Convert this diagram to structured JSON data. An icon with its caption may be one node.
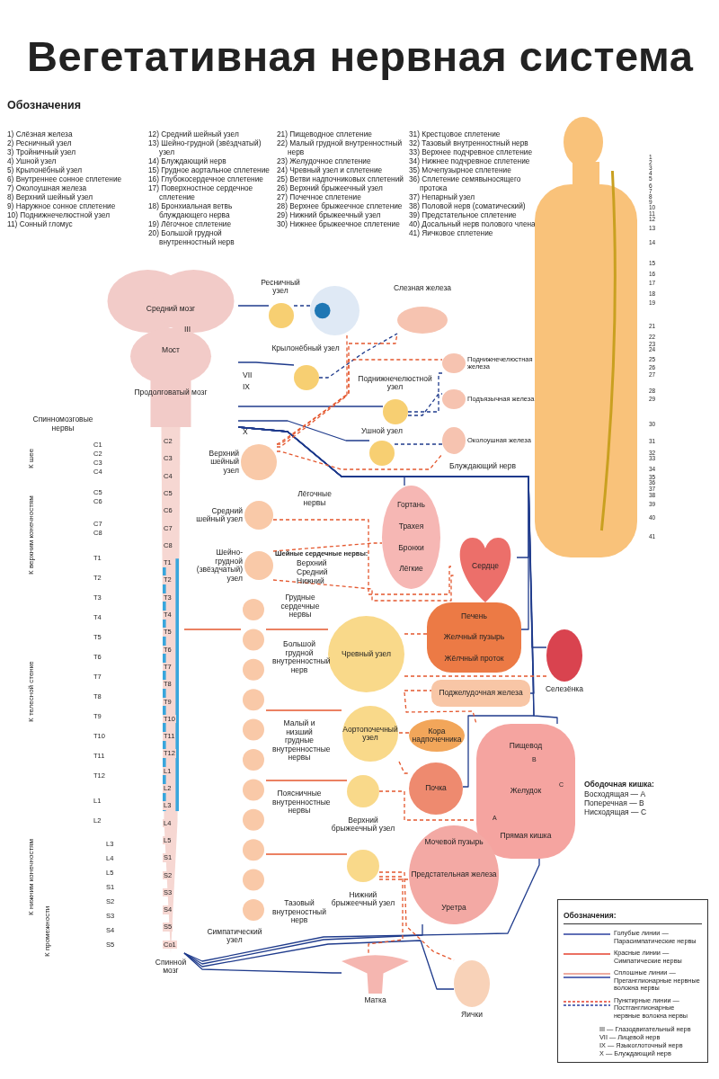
{
  "diagram": {
    "title": "Вегетативная нервная система",
    "nodes": [
      {
        "text": [
          "Средний мозг",
          "Мост",
          "Продолговатый мозг"
        ]
      },
      {
        "text": [
          "Спинной мозг"
        ]
      },
      {
        "text": [
          "Ресничный узел"
        ]
      },
      {
        "text": [],
        "shape": "picture"
      },
      {
        "text": [
          "Крылонёбный узел"
        ]
      },
      {
        "text": [
          "Слезная железа"
        ]
      },
      {
        "text": [
          "Поднижнечелюстной узел"
        ]
      },
      {
        "text": [
          "Поднижнечелюстная железа"
        ]
      },
      {
        "text": [
          "Подъязычная железа"
        ]
      },
      {
        "text": [
          "Ушной узел"
        ]
      },
      {
        "text": [
          "Околоушная железа"
        ]
      },
      {
        "text": [
          "Верхний шейный узел"
        ]
      },
      {
        "text": [
          "Средний шейный узел"
        ]
      },
      {
        "text": [
          "Шейно-грудной (звёздчатый) узел"
        ]
      },
      {
        "text": [
          "Гортань",
          "Трахея",
          "Бронхи",
          "Лёгкие"
        ]
      },
      {
        "text": [
          "Сердце"
        ]
      },
      {
        "text": [
          "Чревный узел"
        ]
      },
      {
        "text": [
          "Печень",
          "Желчный пузырь",
          "Жёлчный проток"
        ]
      },
      {
        "text": [
          "Селезёнка"
        ]
      },
      {
        "text": [
          "Поджелудочная железа"
        ]
      },
      {
        "text": [
          "Аортопочечный узел"
        ]
      },
      {
        "text": [
          "Кора надпочечника"
        ]
      },
      {
        "text": [
          "Почка"
        ]
      },
      {
        "text": [
          "Верхний брыжеечный узел"
        ]
      },
      {
        "text": [
          "Пищевод",
          "Желудок",
          "Прямая кишка"
        ]
      },
      {
        "text": [
          "Нижний брыжеечный узел"
        ]
      },
      {
        "text": [
          "Мочевой пузырь",
          "Предстательная железа",
          "Уретра"
        ]
      },
      {
        "text": [
          "Матка"
        ]
      },
      {
        "text": [
          "Яички"
        ]
      },
      {
        "text": [
          "Симпатический узел"
        ]
      },
      {
        "text": [],
        "shape": "picture"
      }
    ],
    "edges": [
      {
        "from": 0,
        "to": 2,
        "arrow": "none",
        "color": "#1f3b8c"
      },
      {
        "from": 0,
        "to": 4,
        "arrow": "none",
        "color": "#1f3b8c"
      },
      {
        "from": 0,
        "to": 6,
        "arrow": "none",
        "color": "#1f3b8c"
      },
      {
        "from": 0,
        "to": 9,
        "arrow": "none",
        "color": "#1f3b8c"
      },
      {
        "from": 0,
        "to": 14,
        "arrow": "none",
        "color": "#1f3b8c"
      },
      {
        "from": 0,
        "to": 15,
        "arrow": "none",
        "color": "#1f3b8c"
      },
      {
        "from": 0,
        "to": 17,
        "arrow": "none",
        "color": "#1f3b8c"
      },
      {
        "from": 0,
        "to": 18,
        "arrow": "none",
        "color": "#1f3b8c"
      },
      {
        "from": 0,
        "to": 19,
        "arrow": "none",
        "color": "#1f3b8c"
      },
      {
        "from": 0,
        "to": 22,
        "arrow": "none",
        "color": "#1f3b8c"
      },
      {
        "from": 0,
        "to": 24,
        "arrow": "none",
        "color": "#1f3b8c"
      },
      {
        "from": 2,
        "to": 3,
        "arrow": "none",
        "style": "dashed",
        "color": "#1f3b8c"
      },
      {
        "from": 4,
        "to": 5,
        "arrow": "none",
        "style": "dashed",
        "color": "#1f3b8c"
      },
      {
        "from": 6,
        "to": 7,
        "arrow": "none",
        "style": "dashed",
        "color": "#1f3b8c"
      },
      {
        "from": 6,
        "to": 8,
        "arrow": "none",
        "style": "dashed",
        "color": "#1f3b8c"
      },
      {
        "from": 9,
        "to": 10,
        "arrow": "none",
        "style": "dashed",
        "color": "#1f3b8c"
      },
      {
        "from": 1,
        "to": 26,
        "arrow": "none",
        "color": "#1f3b8c"
      },
      {
        "from": 1,
        "to": 27,
        "arrow": "none",
        "color": "#1f3b8c"
      },
      {
        "from": 1,
        "to": 28,
        "arrow": "none",
        "color": "#1f3b8c"
      },
      {
        "from": 1,
        "to": 24,
        "arrow": "none",
        "color": "#1f3b8c"
      },
      {
        "from": 1,
        "to": 29,
        "arrow": "none"
      },
      {
        "from": 29,
        "to": 16,
        "arrow": "none"
      },
      {
        "from": 29,
        "to": 20,
        "arrow": "none"
      },
      {
        "from": 29,
        "to": 23,
        "arrow": "none"
      },
      {
        "from": 29,
        "to": 25,
        "arrow": "none"
      },
      {
        "from": 11,
        "to": 3,
        "arrow": "none",
        "style": "dashed"
      },
      {
        "from": 11,
        "to": 5,
        "arrow": "none",
        "style": "dashed"
      },
      {
        "from": 11,
        "to": 10,
        "arrow": "none",
        "style": "dashed"
      },
      {
        "from": 11,
        "to": 7,
        "arrow": "none",
        "style": "dashed"
      },
      {
        "from": 12,
        "to": 15,
        "arrow": "none",
        "style": "dashed"
      },
      {
        "from": 13,
        "to": 15,
        "arrow": "none",
        "style": "dashed"
      },
      {
        "from": 13,
        "to": 14,
        "arrow": "none",
        "style": "dashed"
      },
      {
        "from": 16,
        "to": 17,
        "arrow": "none",
        "style": "dashed"
      },
      {
        "from": 16,
        "to": 18,
        "arrow": "none",
        "style": "dashed"
      },
      {
        "from": 16,
        "to": 19,
        "arrow": "none",
        "style": "dashed"
      },
      {
        "from": 16,
        "to": 24,
        "arrow": "none",
        "style": "dashed"
      },
      {
        "from": 20,
        "to": 22,
        "arrow": "none",
        "style": "dashed"
      },
      {
        "from": 20,
        "to": 21,
        "arrow": "none",
        "style": "dashed"
      },
      {
        "from": 23,
        "to": 24,
        "arrow": "none",
        "style": "dashed"
      },
      {
        "from": 25,
        "to": 26,
        "arrow": "none",
        "style": "dashed"
      },
      {
        "from": 25,
        "to": 27,
        "arrow": "none",
        "style": "dashed"
      },
      {
        "from": 25,
        "to": 28,
        "arrow": "none",
        "style": "dashed"
      }
    ],
    "labels": [
      "Обозначения",
      "1) Слёзная железа",
      "2) Ресничный узел",
      "3) Тройничный узел",
      "4) Ушной узел",
      "5) Крылонёбный узел",
      "6) Внутреннее сонное сплетение",
      "7) Околоушная железа",
      "8) Верхний шейный узел",
      "9) Наружное сонное сплетение",
      "10) Поднижнечелюстной узел",
      "11) Сонный гломус",
      "12) Средний шейный узел",
      "13) Шейно-грудной (звёздчатый) узел",
      "14) Блуждающий нерв",
      "15) Грудное аортальное сплетение",
      "16) Глубокосердечное сплетение",
      "17) Поверхностное сердечное сплетение",
      "18) Бронхиальная ветвь блуждающего нерва",
      "19) Лёгочное сплетение",
      "20) Большой грудной внутренностный нерв",
      "21) Пищеводное сплетение",
      "22) Малый грудной внутренностный нерв",
      "23) Желудочное сплетение",
      "24) Чревный узел и сплетение",
      "25) Ветви надпочниковых сплетений",
      "26) Верхний брыжеечный узел",
      "27) Почечное сплетение",
      "28) Верхнее брыжеечное сплетение",
      "29) Нижний брыжеечный узел",
      "30) Нижнее брыжеечное сплетение",
      "31) Крестцовое сплетение",
      "32) Тазовый внутренностный нерв",
      "33) Верхнее подчревное сплетение",
      "34) Нижнее подчревное сплетение",
      "35) Мочепузырное сплетение",
      "36) Сплетение семявыносящего протока",
      "37) Непарный узел",
      "38) Половой нерв (соматический)",
      "39) Предстательное сплетение",
      "40) Досальный нерв полового члена",
      "41) Яичковое сплетение",
      "1",
      "2",
      "3",
      "4",
      "5",
      "6",
      "7",
      "8",
      "9",
      "10",
      "11",
      "12",
      "13",
      "14",
      "15",
      "16",
      "17",
      "18",
      "19",
      "21",
      "22",
      "23",
      "24",
      "25",
      "26",
      "27",
      "28",
      "29",
      "30",
      "31",
      "32",
      "33",
      "34",
      "35",
      "36",
      "37",
      "38",
      "39",
      "40",
      "41",
      "III",
      "VII",
      "IX",
      "X",
      "Спинномозговые нервы",
      "C1",
      "C2",
      "C3",
      "C4",
      "C5",
      "C6",
      "C7",
      "C8",
      "T1",
      "T2",
      "T3",
      "T4",
      "T5",
      "T6",
      "T7",
      "T8",
      "T9",
      "T10",
      "T11",
      "T12",
      "L1",
      "L2",
      "L3",
      "L4",
      "L5",
      "S1",
      "S2",
      "S3",
      "S4",
      "S5",
      "К шее",
      "К верхним конечностям",
      "К телесной стенке",
      "К нижним конечностям",
      "К промежности",
      "C2",
      "C3",
      "C4",
      "C5",
      "C6",
      "C7",
      "C8",
      "T1",
      "T2",
      "T3",
      "T4",
      "T5",
      "T6",
      "T7",
      "T8",
      "T9",
      "T10",
      "T11",
      "T12",
      "L1",
      "L2",
      "L3",
      "L4",
      "L5",
      "S1",
      "S2",
      "S3",
      "S4",
      "S5",
      "Co1",
      "Блуждающий нерв",
      "Лёгочные нервы",
      "Шейные сердечные нервы:",
      "Верхний",
      "Средний",
      "Нижний",
      "Грудные сердечные нервы",
      "Большой грудной внутренностный нерв",
      "Малый и низший грудные внутренностные нервы",
      "Поясничные внутренностные нервы",
      "Тазовый внутреностный нерв",
      "Ободочная кишка:",
      "Восходящая — A",
      "Поперечная — B",
      "Нисходящая — C",
      "A",
      "B",
      "C",
      "Обозначения:",
      "III — Глазодвигательный нерв",
      "VII — Лицевой нерв",
      "IX — Языкоглоточный нерв",
      "X — Блуждающий нерв"
    ],
    "legend": [
      {
        "text": "Голубые линии — Парасимпатические нервы"
      },
      {
        "text": "Красные линии — Симпатические нервы"
      },
      {
        "text": "Сплошные линии — Преганглионарные нервные волокна нервы"
      },
      {
        "text": "Пунктирные линии — Постганглионарные нервные волокна нервы"
      }
    ]
  }
}
